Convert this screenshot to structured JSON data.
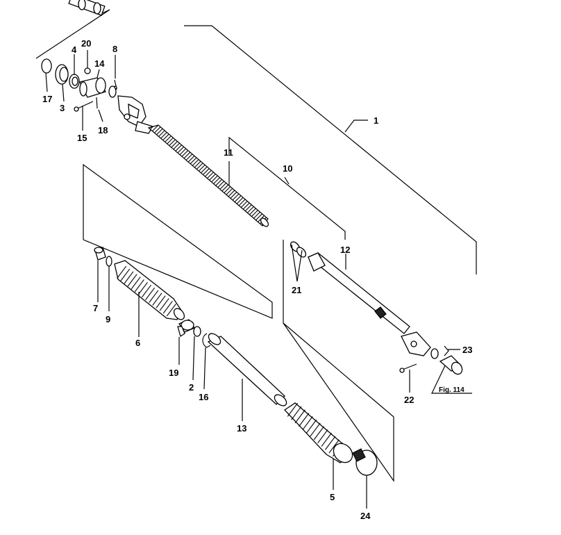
{
  "labels": {
    "p1": "1",
    "p2": "2",
    "p3": "3",
    "p4": "4",
    "p5": "5",
    "p6": "6",
    "p7": "7",
    "p8": "8",
    "p9": "9",
    "p10": "10",
    "p11": "11",
    "p12": "12",
    "p13": "13",
    "p14": "14",
    "p15": "15",
    "p16": "16",
    "p17": "17",
    "p18": "18",
    "p19": "19",
    "p20": "20",
    "p21": "21",
    "p22": "22",
    "p23": "23",
    "p24": "24"
  },
  "figure_ref": "Fig. 114"
}
